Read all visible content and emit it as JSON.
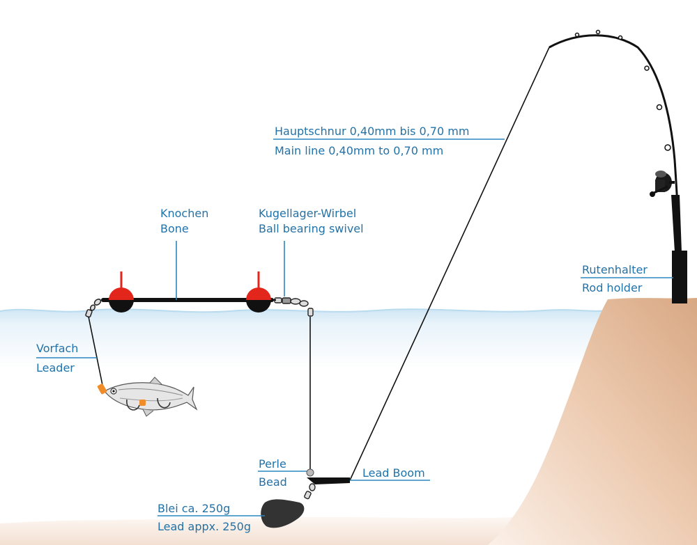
{
  "labels": {
    "main_line": {
      "de": "Hauptschnur 0,40mm bis 0,70 mm",
      "en": "Main line 0,40mm to 0,70 mm"
    },
    "bone": {
      "de": "Knochen",
      "en": "Bone"
    },
    "swivel": {
      "de": "Kugellager-Wirbel",
      "en": "Ball bearing swivel"
    },
    "rod_holder": {
      "de": "Rutenhalter",
      "en": "Rod holder"
    },
    "leader": {
      "de": "Vorfach",
      "en": "Leader"
    },
    "bead": {
      "de": "Perle",
      "en": "Bead"
    },
    "lead_boom": {
      "en": "Lead Boom"
    },
    "lead": {
      "de": "Blei ca. 250g",
      "en": "Lead appx. 250g"
    }
  },
  "colors": {
    "label_text": "#2272a8",
    "leader_line": "#2b85c0",
    "float_red": "#e3261b",
    "float_black": "#111111",
    "water_top": "#cfe6f4",
    "bank": "#e7c3a4",
    "seabed": "#f6e6da",
    "lead_weight": "#333333",
    "orange_stop": "#f08c2a"
  },
  "icons": [
    "float-red-black",
    "ball-bearing-swivel",
    "bead",
    "lead-weight",
    "fish-bait",
    "fishing-reel",
    "rod-holder"
  ]
}
